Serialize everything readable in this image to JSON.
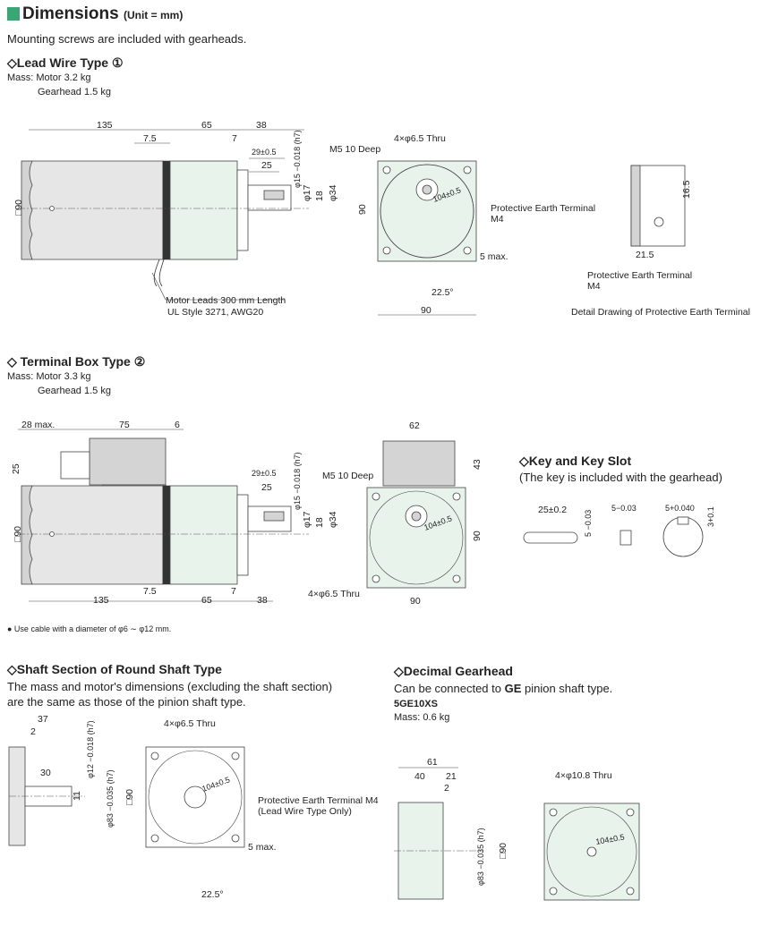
{
  "header": {
    "title": "Dimensions",
    "unit": "(Unit = mm)"
  },
  "intro": "Mounting screws are included with gearheads.",
  "lead_wire": {
    "heading": "◇Lead Wire Type ①",
    "mass_motor": "Mass: Motor 3.2 kg",
    "mass_gear": "Gearhead 1.5 kg",
    "dims": {
      "d135": "135",
      "d65": "65",
      "d38": "38",
      "d7_5": "7.5",
      "d7": "7",
      "d29": "29±0.5",
      "d25": "25",
      "d15": "φ15 −0.018 (h7)",
      "d17": "φ17",
      "d18": "18",
      "d34": "φ34",
      "sq90": "□90"
    },
    "leads1": "Motor Leads 300 mm Length",
    "leads2": "UL Style 3271, AWG20",
    "front": {
      "m5": "M5 10 Deep",
      "holes": "4×φ6.5 Thru",
      "pcd": "104±0.5",
      "pe": "Protective Earth Terminal",
      "pe2": "M4",
      "max5": "5 max.",
      "ang": "22.5°",
      "w90": "90",
      "h90": "90"
    },
    "detail": {
      "d16_5": "16.5",
      "d21_5": "21.5",
      "pe": "Protective Earth Terminal",
      "pe2": "M4",
      "caption": "Detail Drawing of Protective Earth Terminal"
    }
  },
  "terminal_box": {
    "heading": "◇ Terminal Box Type ②",
    "mass_motor": "Mass: Motor 3.3 kg",
    "mass_gear": "Gearhead 1.5 kg",
    "dims": {
      "d28": "28 max.",
      "d75": "75",
      "d6": "6",
      "d25v": "25",
      "d135": "135",
      "d7_5": "7.5",
      "d65": "65",
      "d7": "7",
      "d38": "38",
      "d29": "29±0.5",
      "d25": "25",
      "d15": "φ15 −0.018 (h7)",
      "d17": "φ17",
      "d18": "18",
      "d34": "φ34",
      "sq90": "□90"
    },
    "front": {
      "d62": "62",
      "d43": "43",
      "m5": "M5 10 Deep",
      "pcd": "104±0.5",
      "h90": "90",
      "holes": "4×φ6.5 Thru",
      "w90": "90"
    },
    "cable_note": "● Use cable with a diameter of φ6 ∼ φ12 mm."
  },
  "key": {
    "heading": "◇Key and Key Slot",
    "sub": "(The key is included with the gearhead)",
    "d25": "25±0.2",
    "d5a": "5 −0.03",
    "d5b": "5−0.03",
    "d5c": "5+0.040",
    "d3": "3+0.1"
  },
  "round_shaft": {
    "heading": "◇Shaft Section of Round Shaft Type",
    "text1": "The mass and motor's dimensions (excluding the shaft section)",
    "text2": "are the same as those of the pinion shaft type.",
    "dims": {
      "d37": "37",
      "d2": "2",
      "d30": "30",
      "d11": "11",
      "d12": "φ12 −0.018 (h7)",
      "d83": "φ83 −0.035 (h7)",
      "sq90": "□90"
    },
    "front": {
      "holes": "4×φ6.5 Thru",
      "pcd": "104±0.5",
      "pe": "Protective Earth Terminal M4",
      "pe2": "(Lead Wire Type Only)",
      "max5": "5 max.",
      "ang": "22.5°"
    }
  },
  "decimal": {
    "heading": "◇Decimal Gearhead",
    "text_pre": "Can be connected to ",
    "text_ge": "GE",
    "text_post": " pinion shaft type.",
    "model": "5GE10XS",
    "mass": "Mass: 0.6 kg",
    "dims": {
      "d61": "61",
      "d40": "40",
      "d21": "21",
      "d2": "2",
      "d83": "φ83 −0.035 (h7)",
      "sq90": "□90"
    },
    "front": {
      "holes": "4×φ10.8 Thru",
      "pcd": "104±0.5"
    }
  }
}
